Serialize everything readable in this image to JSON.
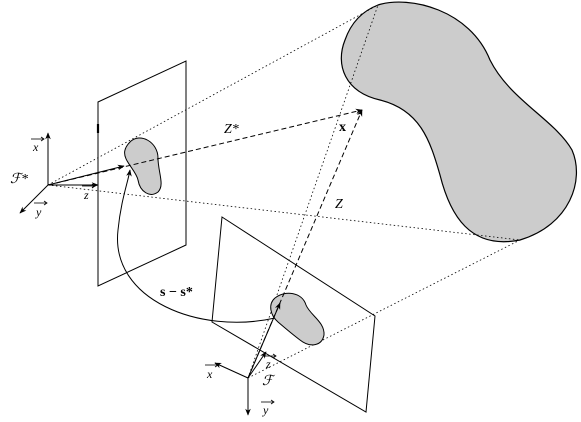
{
  "colors": {
    "stroke": "#000000",
    "fill_gray": "#cccccc",
    "background": "#ffffff"
  },
  "labels": {
    "frame_star": "ℱ*",
    "frame": "ℱ",
    "axis_x_star": "x",
    "axis_y_star": "y",
    "axis_z_star": "z",
    "axis_x": "x",
    "axis_y": "y",
    "axis_z": "z",
    "depth_star": "Z*",
    "depth": "Z",
    "point": "x",
    "error": "s − s*"
  }
}
